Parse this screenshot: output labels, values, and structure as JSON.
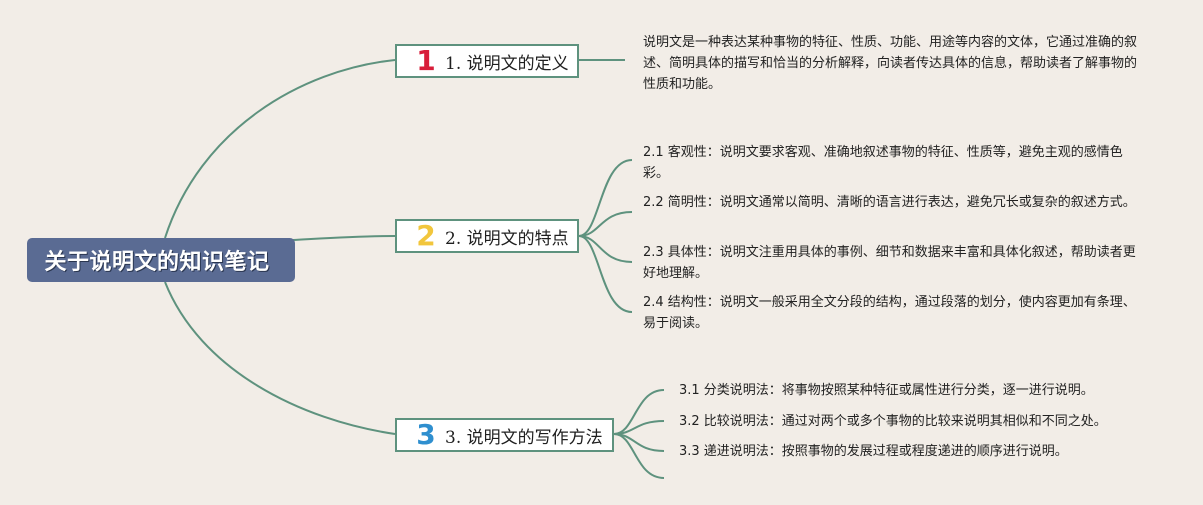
{
  "root": {
    "title": "关于说明文的知识笔记"
  },
  "colors": {
    "root_bg": "#5a6b93",
    "line": "#5e927e",
    "num1": "#d81e3a",
    "num2": "#f2c63c",
    "num3": "#2f8fcf",
    "background": "#f2ede7"
  },
  "topics": [
    {
      "number": "1",
      "label": "1. 说明文的定义",
      "details": [
        "说明文是一种表达某种事物的特征、性质、功能、用途等内容的文体，它通过准确的叙述、简明具体的描写和恰当的分析解释，向读者传达具体的信息，帮助读者了解事物的性质和功能。"
      ]
    },
    {
      "number": "2",
      "label": "2. 说明文的特点",
      "details": [
        "2.1 客观性：说明文要求客观、准确地叙述事物的特征、性质等，避免主观的感情色彩。",
        "2.2 简明性：说明文通常以简明、清晰的语言进行表达，避免冗长或复杂的叙述方式。",
        "2.3 具体性：说明文注重用具体的事例、细节和数据来丰富和具体化叙述，帮助读者更好地理解。",
        "2.4 结构性：说明文一般采用全文分段的结构，通过段落的划分，使内容更加有条理、易于阅读。"
      ]
    },
    {
      "number": "3",
      "label": "3. 说明文的写作方法",
      "details": [
        "3.1 分类说明法：将事物按照某种特征或属性进行分类，逐一进行说明。",
        "3.2 比较说明法：通过对两个或多个事物的比较来说明其相似和不同之处。",
        "3.3 递进说明法：按照事物的发展过程或程度递进的顺序进行说明。"
      ]
    }
  ]
}
